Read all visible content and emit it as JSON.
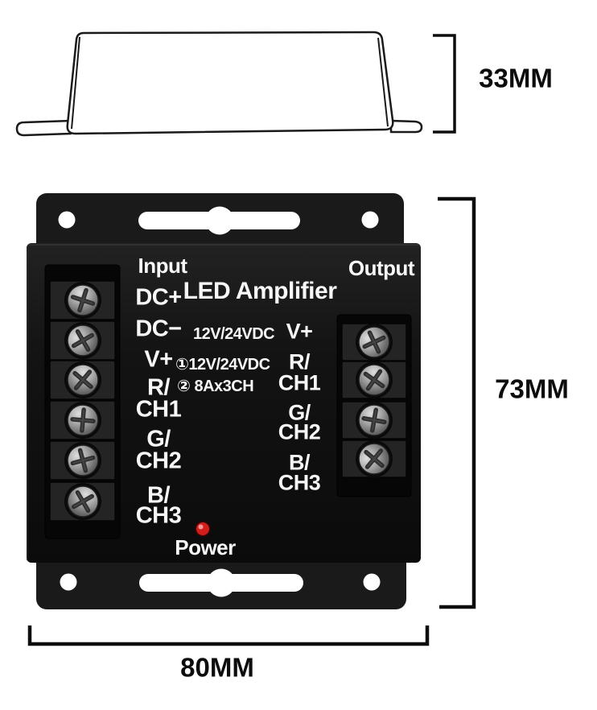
{
  "device": {
    "title": "LED Amplifier",
    "input_header": "Input",
    "output_header": "Output",
    "power_label": "Power",
    "input_terminals": [
      "DC+",
      "DC−",
      "V+",
      "R/",
      "CH1",
      "G/",
      "CH2",
      "B/",
      "CH3"
    ],
    "specs": [
      "12V/24VDC",
      "①12V/24VDC",
      "② 8Ax3CH"
    ],
    "output_terminals": [
      "V+",
      "R/",
      "CH1",
      "G/",
      "CH2",
      "B/",
      "CH3"
    ],
    "colors": {
      "body": "#121212",
      "label_text": "#f7f7f7",
      "led": "#d21d1d",
      "dimension_text": "#0d0d0d"
    }
  },
  "dimensions": {
    "depth_label": "33MM",
    "height_label": "73MM",
    "width_label": "80MM"
  }
}
